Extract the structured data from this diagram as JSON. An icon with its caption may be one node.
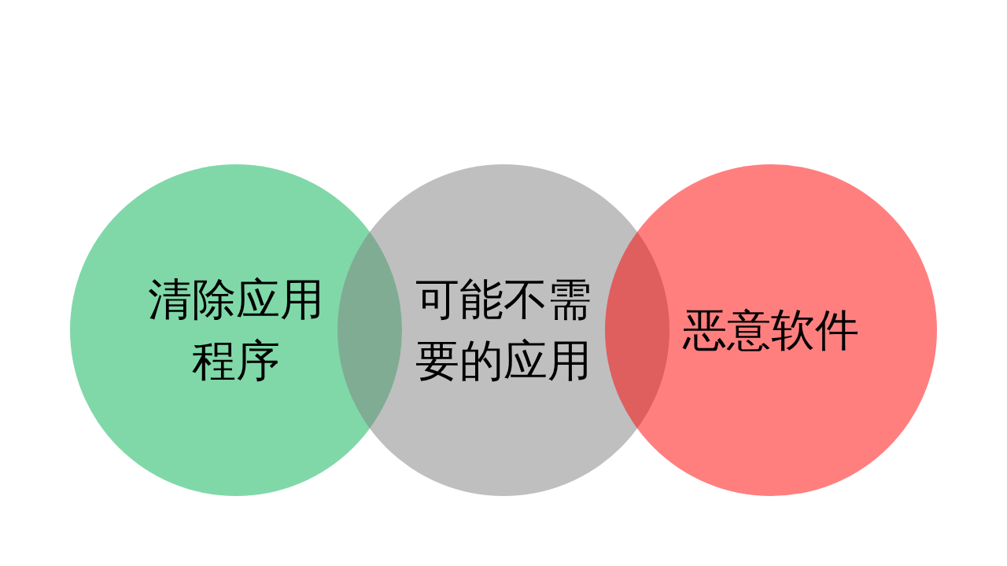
{
  "diagram": {
    "nodes": [
      {
        "text": [
          "清除应用程序"
        ]
      },
      {
        "text": [
          "可能不需要的应用"
        ]
      },
      {
        "text": [
          "恶意软件"
        ]
      }
    ]
  }
}
